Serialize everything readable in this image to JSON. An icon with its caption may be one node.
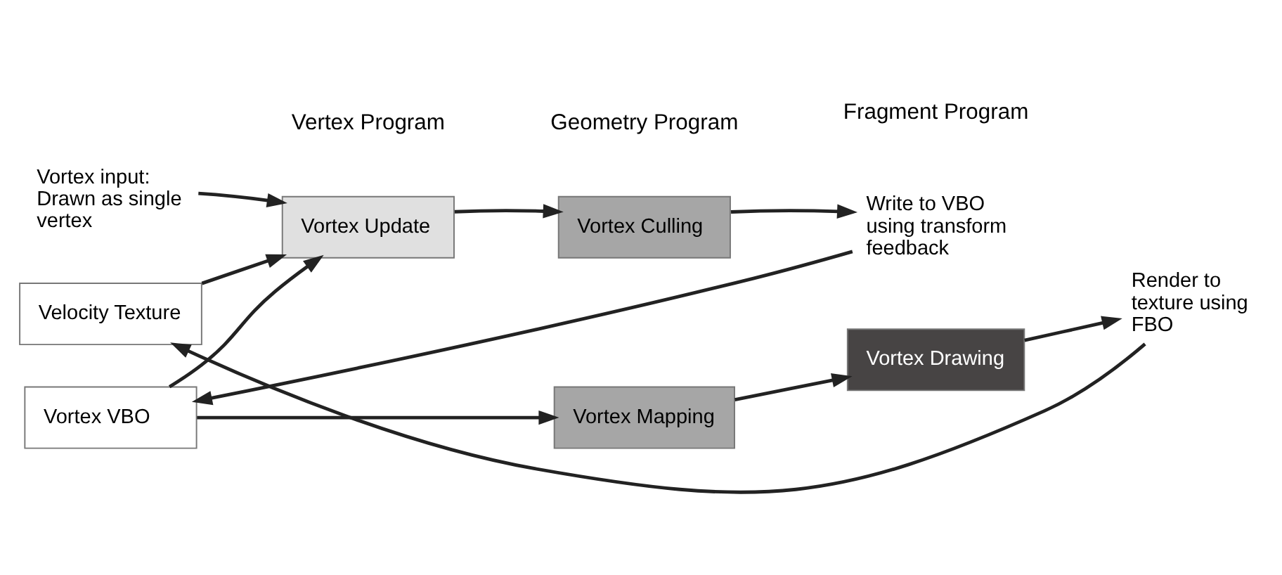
{
  "diagram": {
    "nodes": [
      {
        "text": [
          "Vortex input: Drawn as single vertex"
        ]
      },
      {
        "text": [
          "Vortex Update"
        ]
      },
      {
        "text": [
          "Vortex Culling"
        ]
      },
      {
        "text": [
          "Write to VBO using transform feedback"
        ]
      },
      {
        "text": [
          "Vortex VBO"
        ]
      },
      {
        "text": [
          "Vortex Mapping"
        ]
      },
      {
        "text": [
          "Vortex Drawing"
        ]
      },
      {
        "text": [
          "Render to texture using FBO"
        ]
      },
      {
        "text": [
          "Velocity Texture"
        ]
      }
    ],
    "edges": [
      {
        "from": 0,
        "to": 1,
        "arrow": "to"
      },
      {
        "from": 1,
        "to": 2,
        "arrow": "to"
      },
      {
        "from": 2,
        "to": 3,
        "arrow": "to"
      },
      {
        "from": 3,
        "to": 4,
        "arrow": "to"
      },
      {
        "from": 4,
        "to": 1,
        "arrow": "to"
      },
      {
        "from": 4,
        "to": 5,
        "arrow": "to"
      },
      {
        "from": 5,
        "to": 6,
        "arrow": "to"
      },
      {
        "from": 6,
        "to": 7,
        "arrow": "to"
      },
      {
        "from": 7,
        "to": 8,
        "arrow": "to"
      },
      {
        "from": 8,
        "to": 1,
        "arrow": "to"
      }
    ],
    "labels": [
      "Vertex Program",
      "Geometry Program",
      "Fragment Program"
    ]
  }
}
